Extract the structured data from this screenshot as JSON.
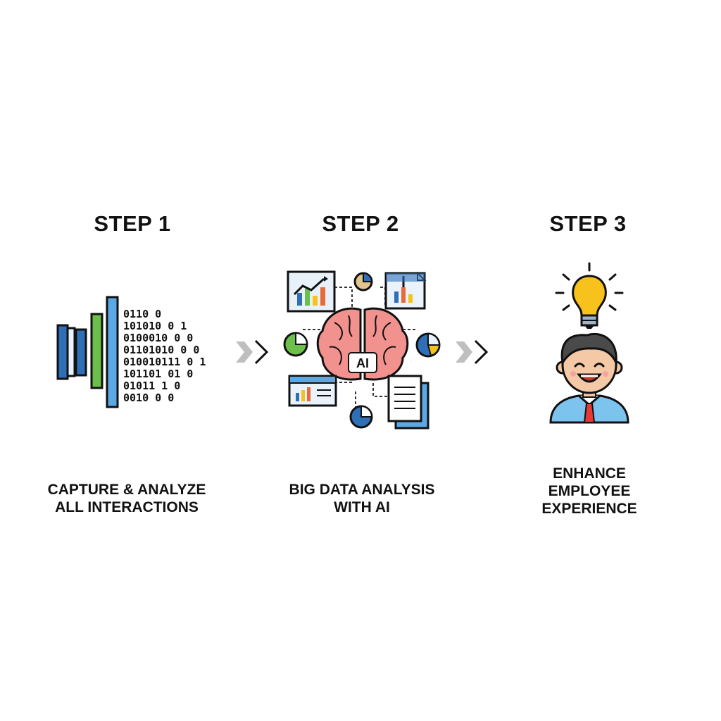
{
  "steps": [
    {
      "title": "STEP 1",
      "caption": [
        "CAPTURE & ANALYZE",
        "ALL INTERACTIONS"
      ],
      "binary_rows": [
        "0110 0",
        "101010 0 1",
        "0100010 0 0",
        "01101010 0 0",
        "010010111 0 1",
        "101101 01 0",
        "01011 1 0",
        "0010 0 0"
      ]
    },
    {
      "title": "STEP 2",
      "caption": [
        "BIG DATA ANALYSIS",
        "WITH AI"
      ],
      "center_label": "AI"
    },
    {
      "title": "STEP 3",
      "caption": [
        "ENHANCE",
        "EMPLOYEE",
        "EXPERIENCE"
      ]
    }
  ],
  "icons": {
    "step1": "data-capture-icon",
    "step2": "ai-brain-analysis-icon",
    "step3": "employee-idea-icon",
    "arrow": "chevron-right-icon"
  },
  "colors": {
    "blue": "#2f6fb8",
    "light_blue": "#5aa9e6",
    "green": "#6cbf4a",
    "brain_pink": "#f2928f",
    "bulb_yellow": "#f7c21c",
    "shirt_blue": "#7cc3ee",
    "tie_red": "#e53935",
    "arrow_gray": "#bfbfbf"
  }
}
